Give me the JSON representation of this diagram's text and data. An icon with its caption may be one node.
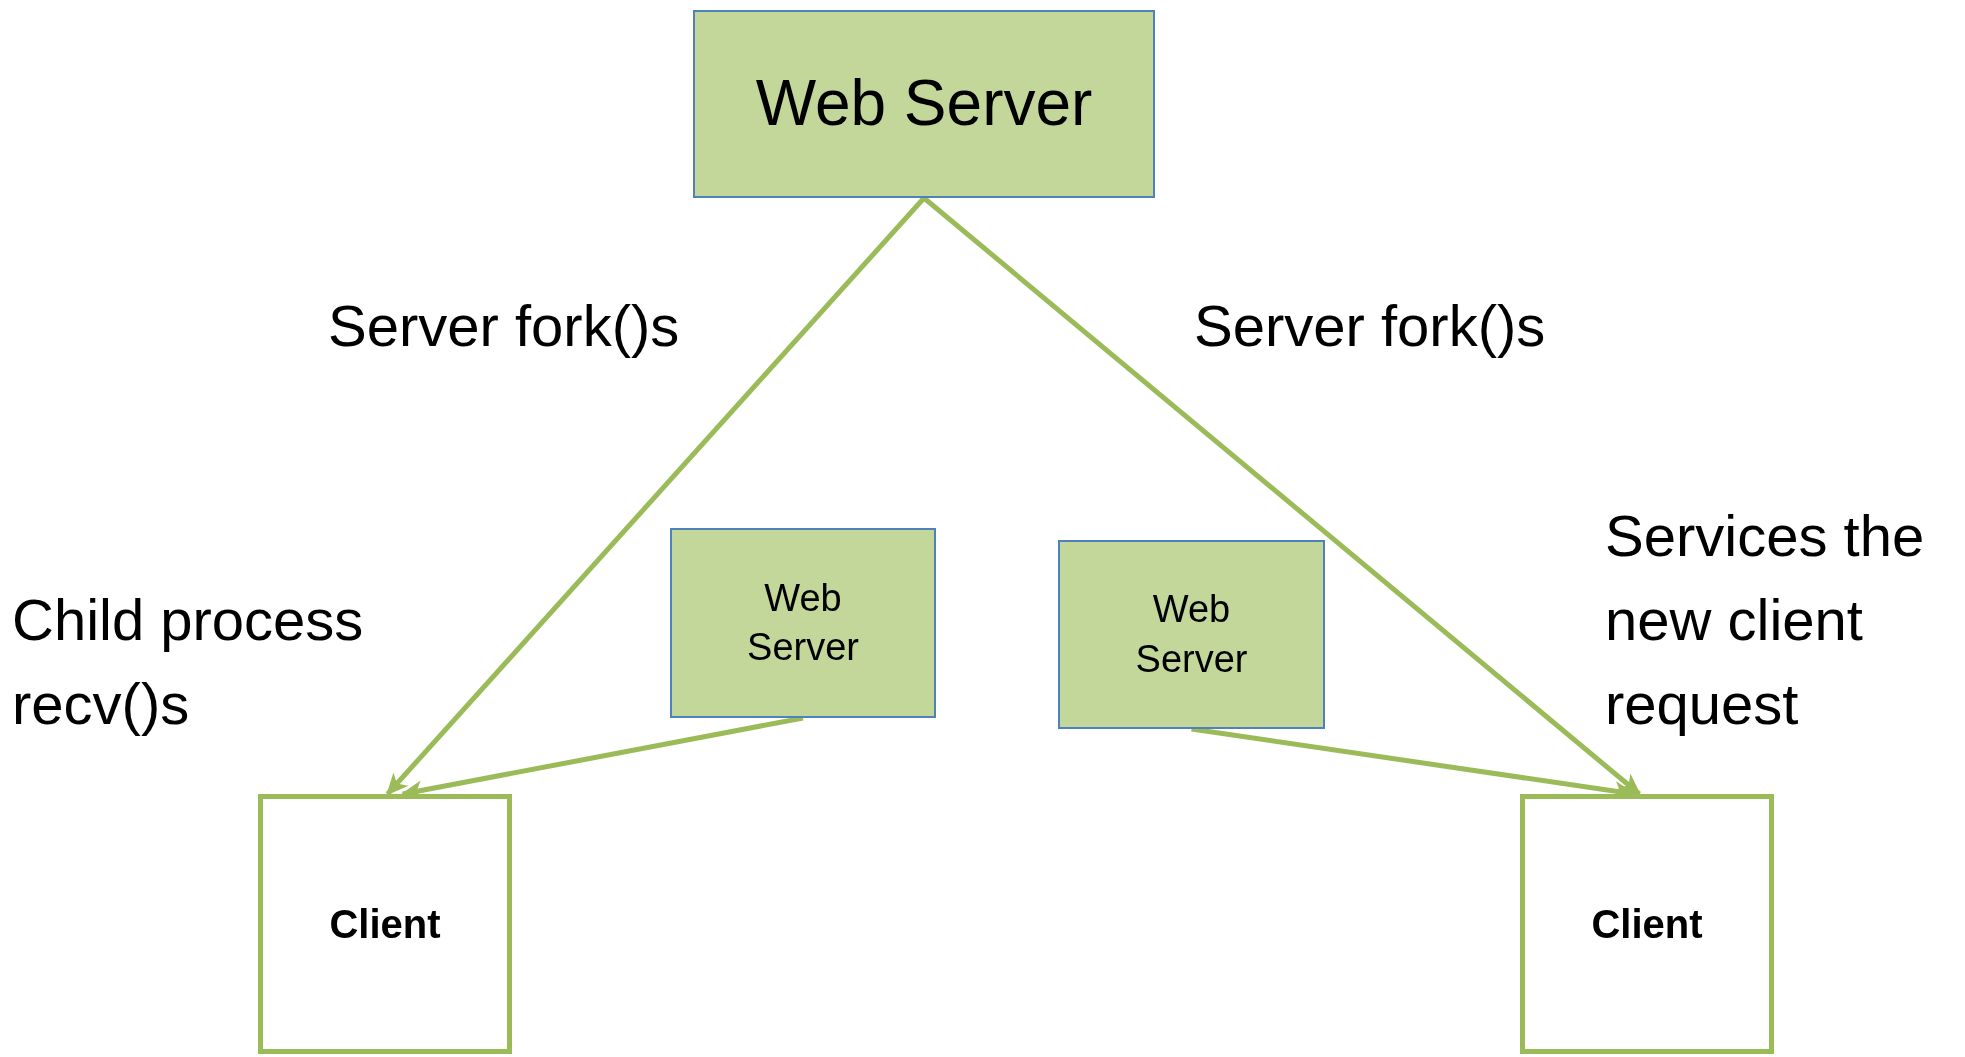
{
  "diagram": {
    "nodes": [
      {
        "text": [
          "Web Server"
        ]
      },
      {
        "text": [
          "Web Server"
        ]
      },
      {
        "text": [
          "Web Server"
        ]
      },
      {
        "text": [
          "Client"
        ]
      },
      {
        "text": [
          "Client"
        ]
      }
    ],
    "edges": [
      {
        "from": 0,
        "to": 3,
        "arrow": "to"
      },
      {
        "from": 0,
        "to": 4,
        "arrow": "to"
      },
      {
        "from": 1,
        "to": 3,
        "arrow": "to"
      },
      {
        "from": 2,
        "to": 4,
        "arrow": "to"
      }
    ],
    "labels": [
      "Server fork()s",
      "Server fork()s",
      "Child process recv()s",
      "Services the new client request"
    ]
  }
}
